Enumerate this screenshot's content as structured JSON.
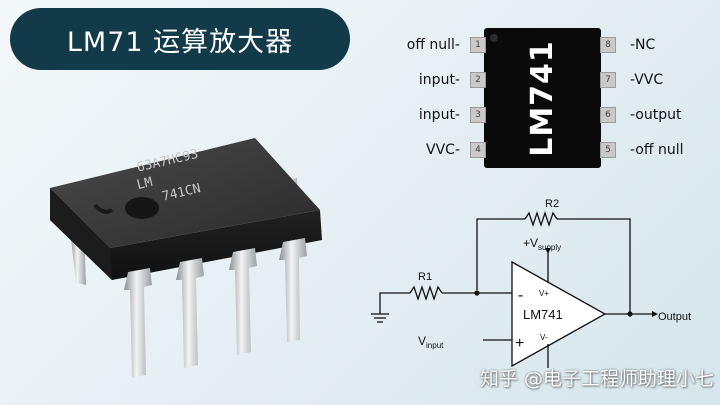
{
  "title": "LM71 运算放大器",
  "chip_photo": {
    "marking_line1": "63A7HC93",
    "marking_line2": "LM",
    "marking_line3": "741CN"
  },
  "pinout": {
    "chip_label": "LM741",
    "pins": [
      {
        "number": "1",
        "label": "off null-"
      },
      {
        "number": "2",
        "label": "input-"
      },
      {
        "number": "3",
        "label": "input-"
      },
      {
        "number": "4",
        "label": "VVC-"
      },
      {
        "number": "8",
        "label": "-NC"
      },
      {
        "number": "7",
        "label": "-VVC"
      },
      {
        "number": "6",
        "label": "-output"
      },
      {
        "number": "5",
        "label": "-off null"
      }
    ]
  },
  "schematic": {
    "r1": "R1",
    "r2": "R2",
    "supply_main": "+V",
    "supply_sub": "supply",
    "vplus": "V+",
    "vminus": "V-",
    "minus_sign": "-",
    "plus_sign": "+",
    "opamp_label": "LM741",
    "output": "Output",
    "input_main": "V",
    "input_sub": "input"
  },
  "watermark": "知乎 @电子工程师助理小七"
}
